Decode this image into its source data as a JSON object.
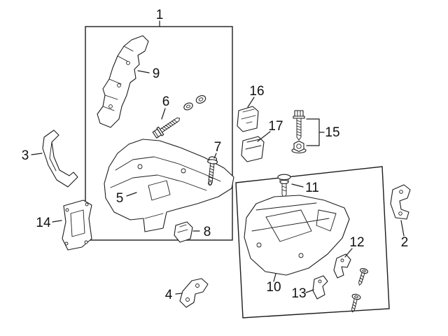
{
  "figure": {
    "kind": "exploded-parts-diagram",
    "background_color": "#ffffff",
    "line_color": "#1c1c1c",
    "callouts": [
      {
        "num": "1"
      },
      {
        "num": "2"
      },
      {
        "num": "3"
      },
      {
        "num": "4"
      },
      {
        "num": "5"
      },
      {
        "num": "6"
      },
      {
        "num": "7"
      },
      {
        "num": "8"
      },
      {
        "num": "9"
      },
      {
        "num": "10"
      },
      {
        "num": "11"
      },
      {
        "num": "12"
      },
      {
        "num": "13"
      },
      {
        "num": "14"
      },
      {
        "num": "15"
      },
      {
        "num": "16"
      },
      {
        "num": "17"
      }
    ]
  }
}
